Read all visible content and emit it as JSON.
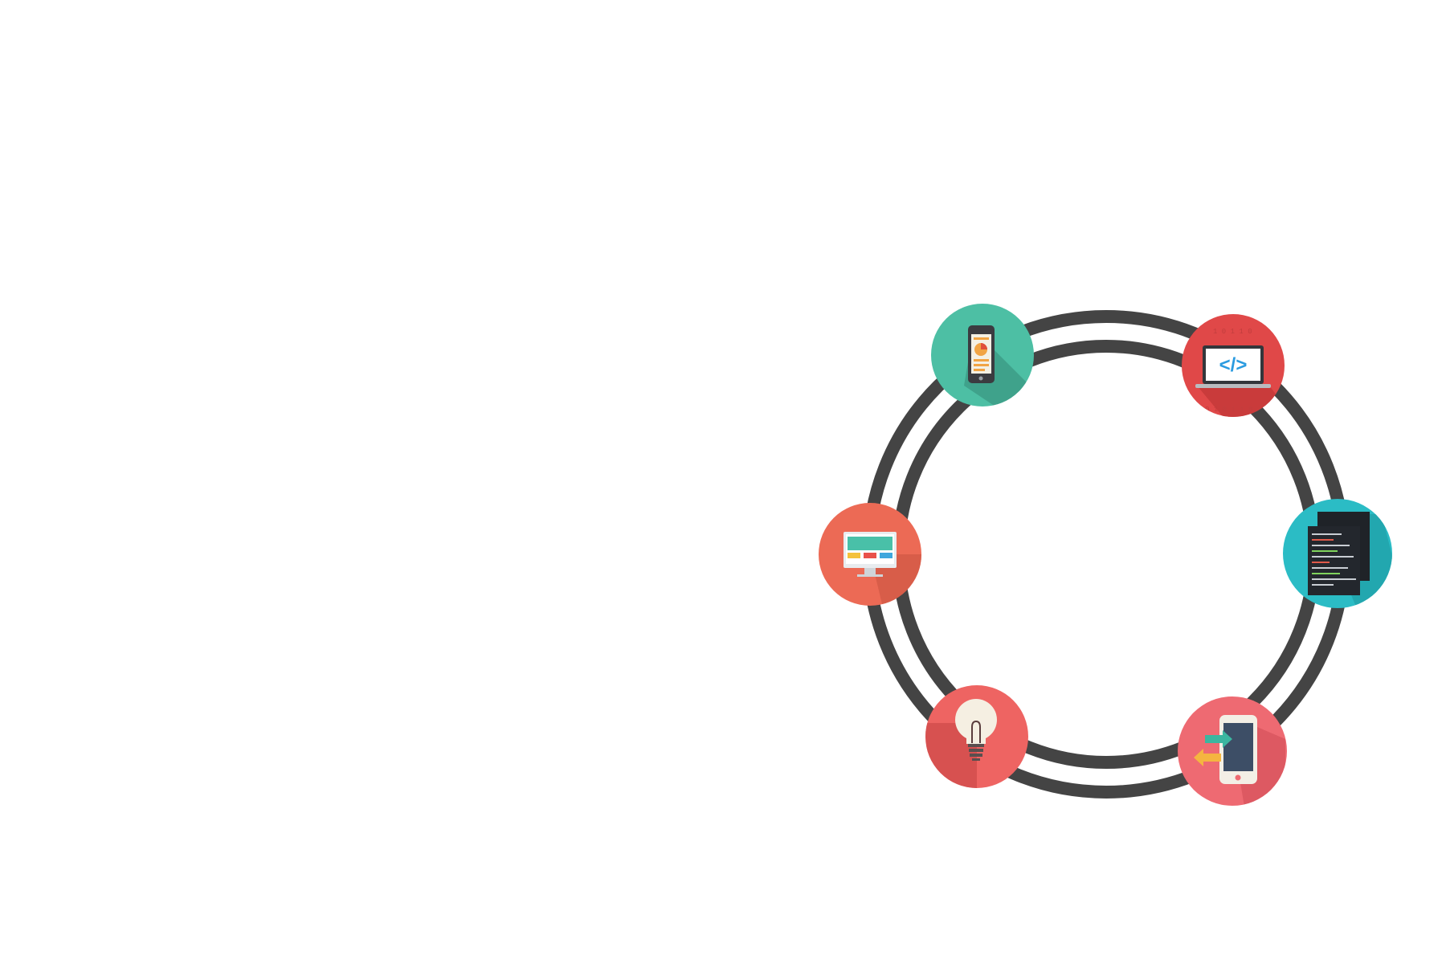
{
  "diagram": {
    "type": "cycle",
    "ring_color": "#444444",
    "nodes": [
      {
        "id": "mobile-analytics",
        "icon": "mobile-chart-icon",
        "color": "#4dbfa4"
      },
      {
        "id": "web-code",
        "icon": "laptop-code-icon",
        "color": "#e04848"
      },
      {
        "id": "code-documents",
        "icon": "code-document-icon",
        "color": "#2bbcc5"
      },
      {
        "id": "mobile-transfer",
        "icon": "smartphone-transfer-icon",
        "color": "#ee6a72"
      },
      {
        "id": "idea",
        "icon": "lightbulb-icon",
        "color": "#ee6462"
      },
      {
        "id": "desktop-design",
        "icon": "monitor-layout-icon",
        "color": "#ec6a55"
      }
    ]
  }
}
